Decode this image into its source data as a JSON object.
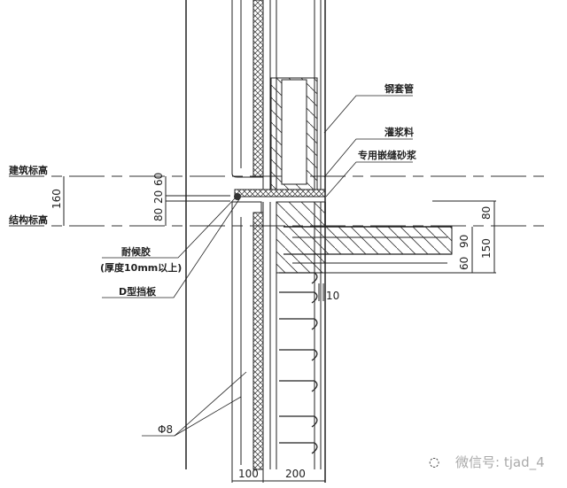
{
  "levels": {
    "architectural": "建筑标高",
    "structural": "结构标高"
  },
  "dimensions": {
    "left_total": "160",
    "left_60": "60",
    "left_20": "20",
    "left_80": "80",
    "right_80": "80",
    "right_90": "90",
    "right_60": "60",
    "right_150": "150",
    "gap_10": "10",
    "bottom_100": "100",
    "bottom_200": "200"
  },
  "labels": {
    "steel_sleeve": "钢套管",
    "grout": "灌浆料",
    "joint_mortar": "专用嵌缝砂浆",
    "sealant": "耐候胶",
    "sealant_note": "(厚度10mm以上)",
    "d_baffle": "D型挡板",
    "rebar": "Φ8"
  },
  "watermark": "微信号: tjad_4"
}
